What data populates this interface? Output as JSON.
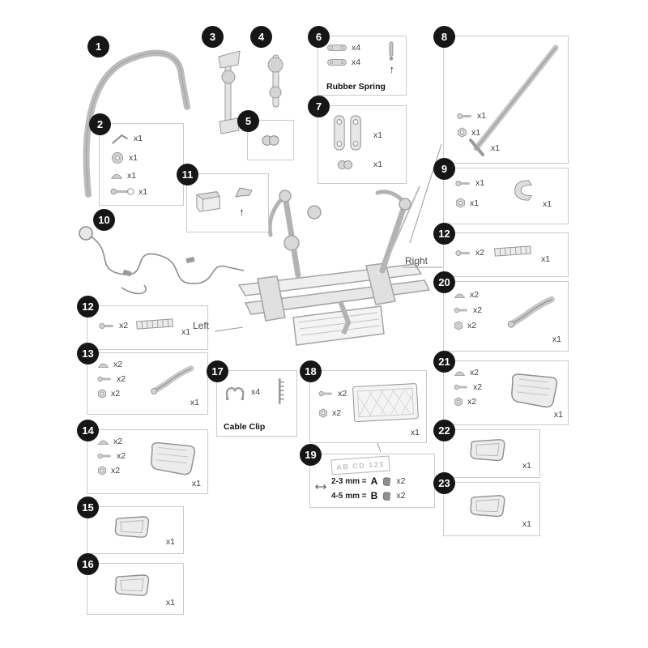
{
  "diagram": {
    "left_label": "Left",
    "right_label": "Right"
  },
  "icons": {
    "up_arrow": "↑"
  },
  "callouts": {
    "c1": {
      "number": "1"
    },
    "c2": {
      "number": "2",
      "items": [
        {
          "name": "allen-key",
          "qty": "x1"
        },
        {
          "name": "tightening-knob",
          "qty": "x1"
        },
        {
          "name": "knob-cap",
          "qty": "x1"
        },
        {
          "name": "bolt-washer",
          "qty": "x1"
        }
      ]
    },
    "c3": {
      "number": "3"
    },
    "c4": {
      "number": "4"
    },
    "c5": {
      "number": "5"
    },
    "c6": {
      "number": "6",
      "label": "Rubber Spring",
      "items": [
        {
          "name": "rubber-strap",
          "qty": "x4"
        },
        {
          "name": "rubber-spring",
          "qty": "x4"
        }
      ]
    },
    "c7": {
      "number": "7",
      "items": [
        {
          "name": "buckle-plates",
          "qty": "x1"
        },
        {
          "name": "buckle-knuckle",
          "qty": "x1"
        }
      ]
    },
    "c8": {
      "number": "8",
      "items": [
        {
          "name": "screw",
          "qty": "x1"
        },
        {
          "name": "nut",
          "qty": "x1"
        },
        {
          "name": "support-arm",
          "qty": "x1"
        }
      ]
    },
    "c9": {
      "number": "9",
      "items": [
        {
          "name": "screw",
          "qty": "x1"
        },
        {
          "name": "nut",
          "qty": "x1"
        },
        {
          "name": "clamp-bracket",
          "qty": "x1"
        }
      ]
    },
    "c10": {
      "number": "10"
    },
    "c11": {
      "number": "11"
    },
    "c12_right": {
      "number": "12",
      "items": [
        {
          "name": "screw",
          "qty": "x2"
        },
        {
          "name": "reflector-strip",
          "qty": "x1"
        }
      ]
    },
    "c12_left": {
      "number": "12",
      "items": [
        {
          "name": "screw",
          "qty": "x2"
        },
        {
          "name": "reflector-strip",
          "qty": "x1"
        }
      ]
    },
    "c13": {
      "number": "13",
      "items": [
        {
          "name": "cap",
          "qty": "x2"
        },
        {
          "name": "screw",
          "qty": "x2"
        },
        {
          "name": "nut",
          "qty": "x2"
        },
        {
          "name": "lamp-bracket",
          "qty": "x1"
        }
      ]
    },
    "c14": {
      "number": "14",
      "items": [
        {
          "name": "cap",
          "qty": "x2"
        },
        {
          "name": "screw",
          "qty": "x2"
        },
        {
          "name": "nut",
          "qty": "x2"
        },
        {
          "name": "lamp-housing",
          "qty": "x1"
        }
      ]
    },
    "c15": {
      "number": "15",
      "items": [
        {
          "name": "lamp",
          "qty": "x1"
        }
      ]
    },
    "c16": {
      "number": "16",
      "items": [
        {
          "name": "lamp",
          "qty": "x1"
        }
      ]
    },
    "c17": {
      "number": "17",
      "label": "Cable Clip",
      "items": [
        {
          "name": "cable-clip",
          "qty": "x4"
        }
      ]
    },
    "c18": {
      "number": "18",
      "items": [
        {
          "name": "screw",
          "qty": "x2"
        },
        {
          "name": "nut",
          "qty": "x2"
        },
        {
          "name": "number-plate-holder",
          "qty": "x1"
        }
      ]
    },
    "c19": {
      "number": "19",
      "plate_text": "AB CD 123",
      "rows": [
        {
          "range": "2-3 mm =",
          "letter": "A",
          "qty": "x2"
        },
        {
          "range": "4-5 mm =",
          "letter": "B",
          "qty": "x2"
        }
      ]
    },
    "c20": {
      "number": "20",
      "items": [
        {
          "name": "cap",
          "qty": "x2"
        },
        {
          "name": "screw",
          "qty": "x2"
        },
        {
          "name": "nut",
          "qty": "x2"
        },
        {
          "name": "lamp-bracket",
          "qty": "x1"
        }
      ]
    },
    "c21": {
      "number": "21",
      "items": [
        {
          "name": "cap",
          "qty": "x2"
        },
        {
          "name": "screw",
          "qty": "x2"
        },
        {
          "name": "nut",
          "qty": "x2"
        },
        {
          "name": "lamp-housing",
          "qty": "x1"
        }
      ]
    },
    "c22": {
      "number": "22",
      "items": [
        {
          "name": "lamp",
          "qty": "x1"
        }
      ]
    },
    "c23": {
      "number": "23",
      "items": [
        {
          "name": "lamp",
          "qty": "x1"
        }
      ]
    }
  }
}
